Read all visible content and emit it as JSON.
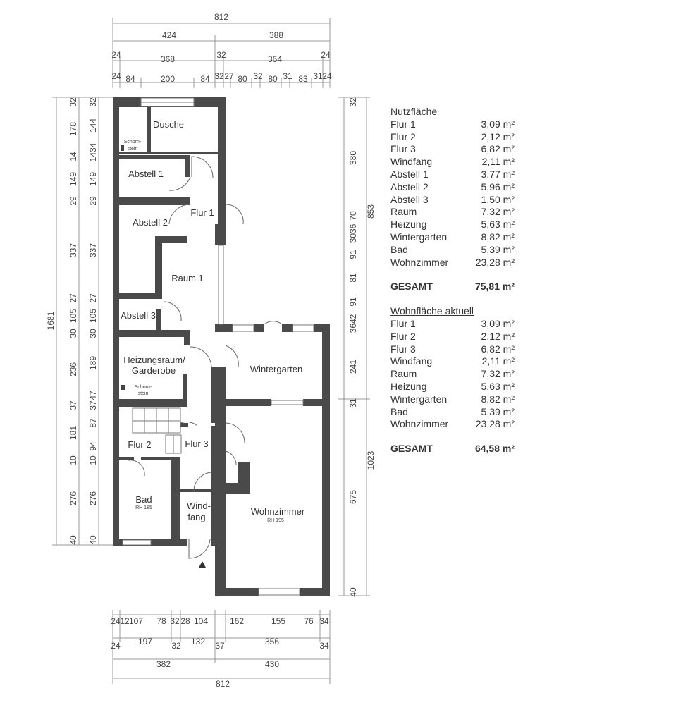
{
  "dimensions": {
    "top": {
      "row1": [
        "812"
      ],
      "row2": [
        "424",
        "388"
      ],
      "row3": [
        "24",
        "368",
        "32",
        "364",
        "24"
      ],
      "row4": [
        "24",
        "84",
        "200",
        "84",
        "32",
        "27",
        "80",
        "32",
        "80",
        "31",
        "83",
        "31",
        "24"
      ]
    },
    "bottom": {
      "row1": [
        "24",
        "12",
        "107",
        "78",
        "32",
        "28",
        "104",
        "162",
        "155",
        "76",
        "34"
      ],
      "row2": [
        "24",
        "197",
        "32",
        "132",
        "37",
        "356",
        "34"
      ],
      "row3": [
        "382",
        "430"
      ],
      "row4": [
        "812"
      ]
    },
    "left": {
      "total": "1681",
      "col1": [
        "32",
        "178",
        "14",
        "149",
        "29",
        "337",
        "27",
        "105",
        "30",
        "236",
        "37",
        "181",
        "10",
        "276",
        "40"
      ],
      "col2": [
        "32",
        "144",
        "1434",
        "149",
        "29",
        "337",
        "27",
        "105",
        "30",
        "189",
        "47",
        "37",
        "87",
        "94",
        "10",
        "276",
        "40"
      ]
    },
    "right": {
      "col1": [
        "32",
        "380",
        "70",
        "3036",
        "91",
        "81",
        "91",
        "3642",
        "241",
        "31",
        "675",
        "40"
      ],
      "col2": [
        "853",
        "1023"
      ]
    }
  },
  "rooms": {
    "dusche": "Dusche",
    "schornstein_top": [
      "Schorn-",
      "stein"
    ],
    "abstell1": "Abstell 1",
    "flur1": "Flur 1",
    "abstell2": "Abstell 2",
    "raum1": "Raum 1",
    "abstell3": "Abstell 3",
    "heizung": [
      "Heizungsraum/",
      "Garderobe"
    ],
    "schornstein_bottom": [
      "Schorn-",
      "stein"
    ],
    "wintergarten": "Wintergarten",
    "flur2": "Flur 2",
    "flur3": "Flur 3",
    "bad": "Bad",
    "bad_rh": "RH 185",
    "windfang": [
      "Wind-",
      "fang"
    ],
    "wohnzimmer": "Wohnzimmer",
    "wohnzimmer_rh": "RH 195"
  },
  "areas": {
    "unit": "m²",
    "nutzflaeche": {
      "title": "Nutzfläche",
      "rows": [
        {
          "name": "Flur 1",
          "value": "3,09 m²"
        },
        {
          "name": "Flur 2",
          "value": "2,12 m²"
        },
        {
          "name": "Flur 3",
          "value": "6,82 m²"
        },
        {
          "name": "Windfang",
          "value": "2,11 m²"
        },
        {
          "name": "Abstell 1",
          "value": "3,77 m²"
        },
        {
          "name": "Abstell 2",
          "value": "5,96 m²"
        },
        {
          "name": "Abstell 3",
          "value": "1,50 m²"
        },
        {
          "name": "Raum",
          "value": "7,32 m²"
        },
        {
          "name": "Heizung",
          "value": "5,63 m²"
        },
        {
          "name": "Wintergarten",
          "value": "8,82 m²"
        },
        {
          "name": "Bad",
          "value": "5,39 m²"
        },
        {
          "name": "Wohnzimmer",
          "value": "23,28 m²"
        }
      ],
      "total_label": "GESAMT",
      "total_value": "75,81 m²"
    },
    "wohnflaeche": {
      "title": "Wohnfläche aktuell",
      "rows": [
        {
          "name": "Flur 1",
          "value": "3,09 m²"
        },
        {
          "name": "Flur 2",
          "value": "2,12 m²"
        },
        {
          "name": "Flur 3",
          "value": "6,82 m²"
        },
        {
          "name": "Windfang",
          "value": "2,11 m²"
        },
        {
          "name": "Raum",
          "value": "7,32 m²"
        },
        {
          "name": "Heizung",
          "value": "5,63 m²"
        },
        {
          "name": "Wintergarten",
          "value": "8,82 m²"
        },
        {
          "name": "Bad",
          "value": "5,39 m²"
        },
        {
          "name": "Wohnzimmer",
          "value": "23,28 m²"
        }
      ],
      "total_label": "GESAMT",
      "total_value": "64,58 m²"
    }
  }
}
